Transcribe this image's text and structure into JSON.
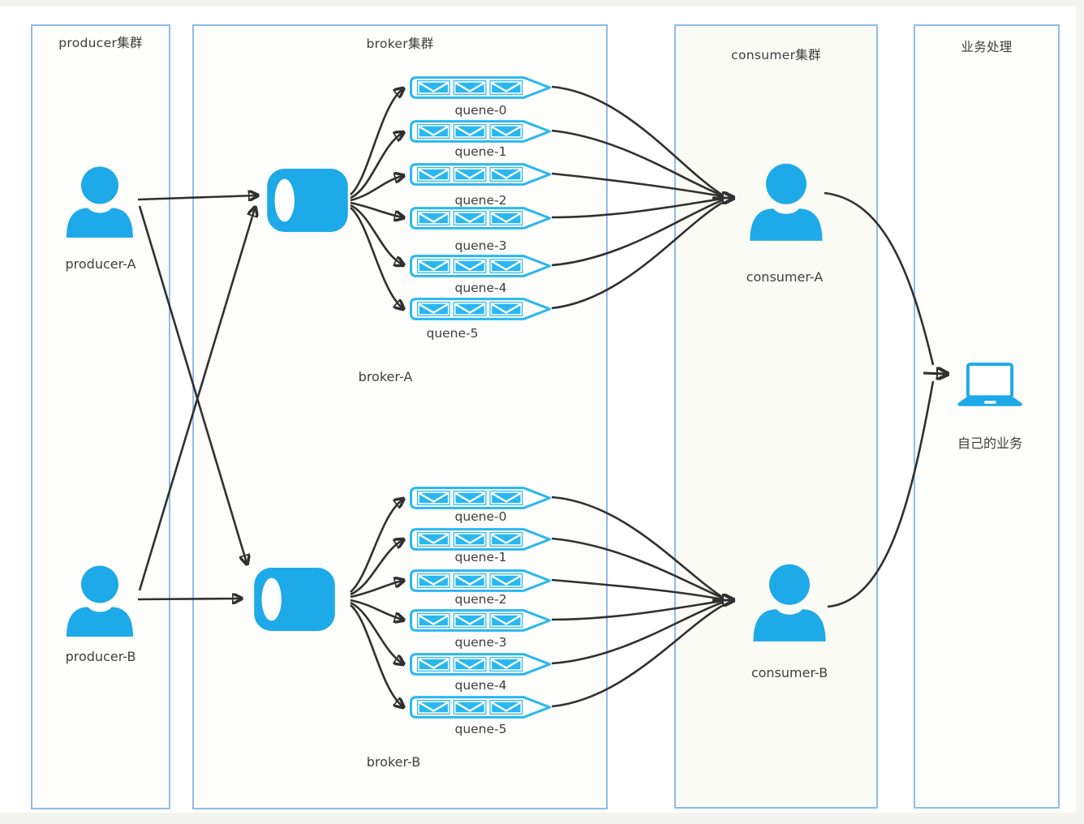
{
  "panels": {
    "producer": {
      "title": "producer集群"
    },
    "broker": {
      "title": "broker集群"
    },
    "consumer": {
      "title": "consumer集群"
    },
    "business": {
      "title": "业务处理"
    }
  },
  "producers": [
    {
      "label": "producer-A"
    },
    {
      "label": "producer-B"
    }
  ],
  "brokers": [
    {
      "label": "broker-A",
      "queues": [
        "quene-0",
        "quene-1",
        "quene-2",
        "quene-3",
        "quene-4",
        "quene-5"
      ]
    },
    {
      "label": "broker-B",
      "queues": [
        "quene-0",
        "quene-1",
        "quene-2",
        "quene-3",
        "quene-4",
        "quene-5"
      ]
    }
  ],
  "consumers": [
    {
      "label": "consumer-A"
    },
    {
      "label": "consumer-B"
    }
  ],
  "business": {
    "label": "自己的业务"
  },
  "colors": {
    "accent": "#1ea9e8",
    "queue_border": "#29b7f0",
    "panel_border": "#8fbcec",
    "arrow": "#303030"
  }
}
